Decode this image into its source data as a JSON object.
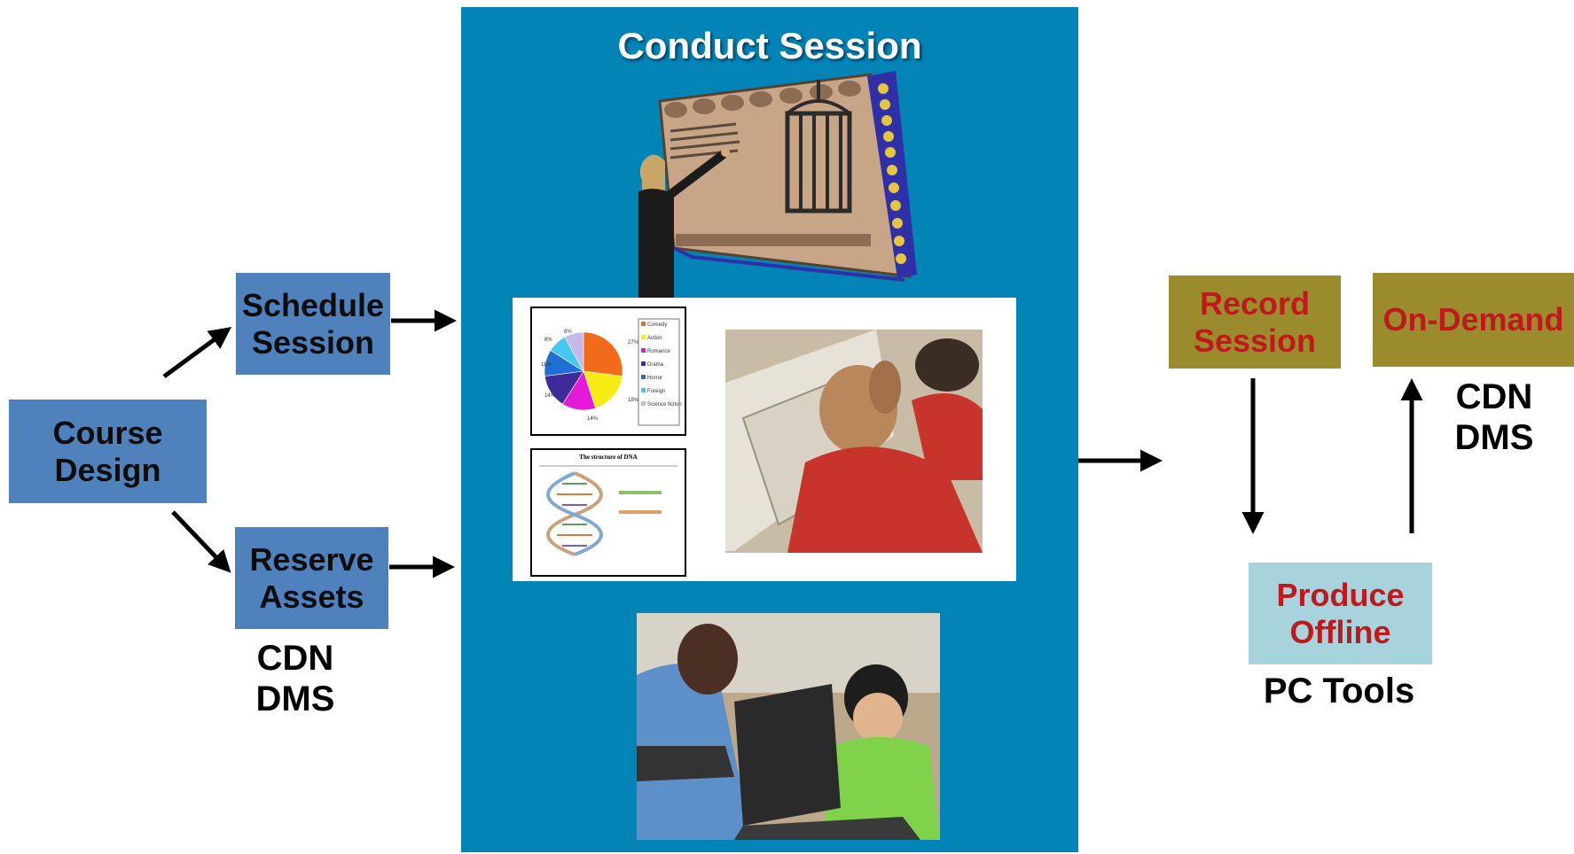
{
  "boxes": {
    "course_design": {
      "line1": "Course",
      "line2": "Design"
    },
    "schedule_session": {
      "line1": "Schedule",
      "line2": "Session"
    },
    "reserve_assets": {
      "line1": "Reserve",
      "line2": "Assets"
    },
    "record_session": {
      "line1": "Record",
      "line2": "Session"
    },
    "on_demand": {
      "line1": "On-Demand"
    },
    "produce_offline": {
      "line1": "Produce",
      "line2": "Offline"
    }
  },
  "labels": {
    "left_cdn": {
      "line1": "CDN",
      "line2": "DMS"
    },
    "right_cdn": {
      "line1": "CDN",
      "line2": "DMS"
    },
    "pc_tools": "PC Tools"
  },
  "conduct": {
    "title": "Conduct Session",
    "pie_legend": [
      "Comedy",
      "Action",
      "Romance",
      "Drama",
      "Horror",
      "Foreign",
      "Science fiction"
    ],
    "pie_pcts": [
      "27%",
      "18%",
      "14%",
      "14%",
      "11%",
      "8%",
      "8%"
    ],
    "dna_title": "The structure of DNA"
  },
  "colors": {
    "blue_box": "#4f81bd",
    "olive_box": "#9a8c2c",
    "teal_box": "#a7d3dc",
    "panel": "#0284b6",
    "red_text": "#c0191c"
  }
}
